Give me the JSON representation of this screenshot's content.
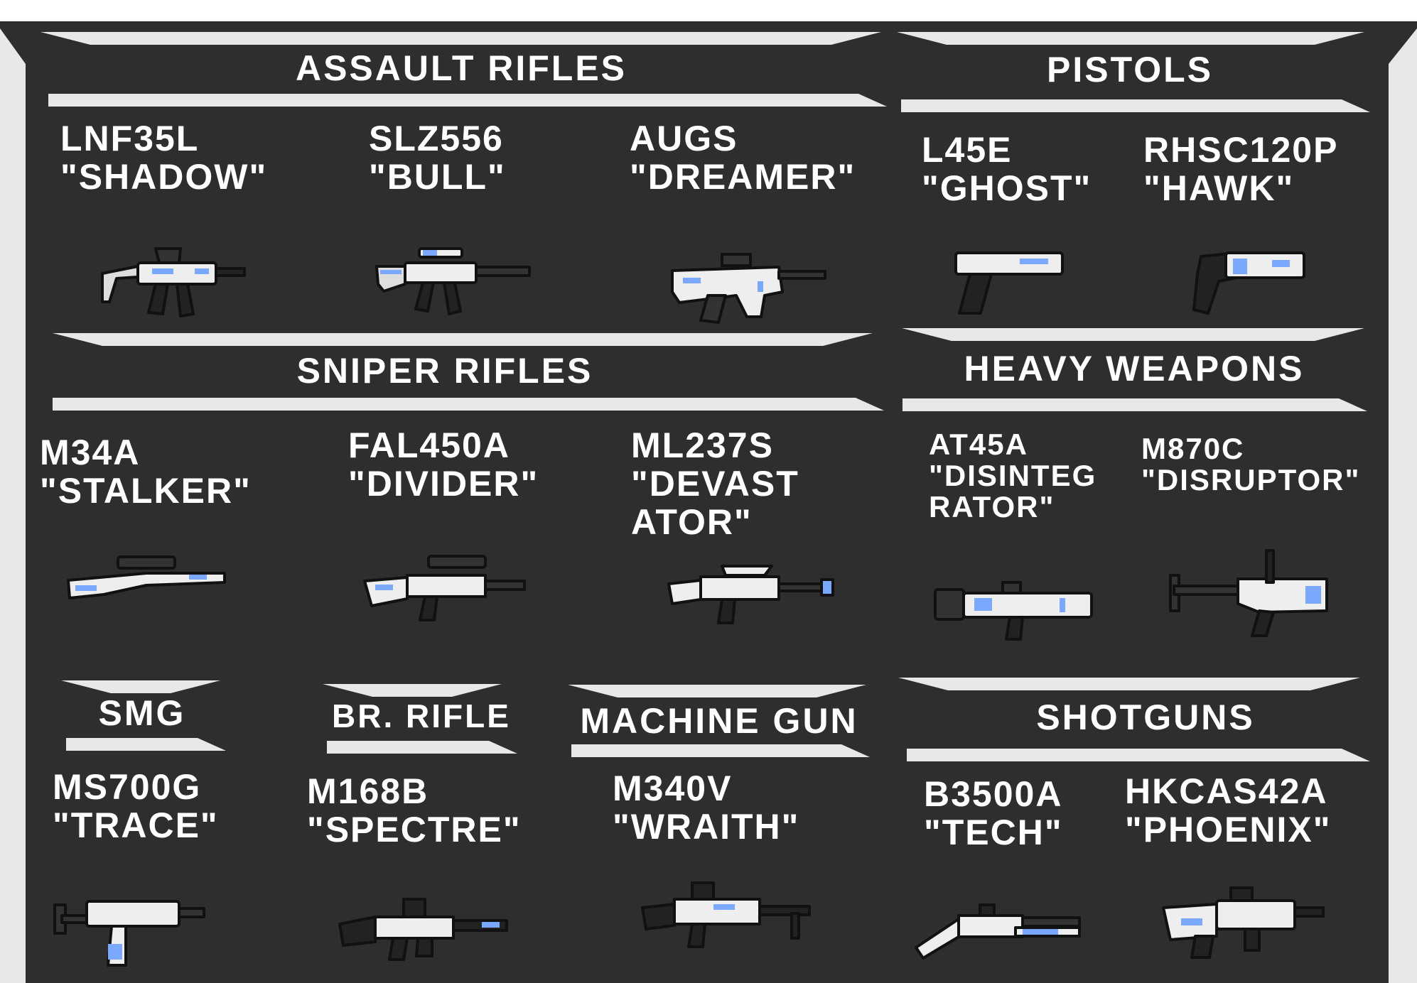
{
  "categories": [
    {
      "title": "ASSAULT RIFLES",
      "weapons": [
        {
          "model": "LNF35L",
          "nickname": "\"SHADOW\"",
          "icon": "assault-rifle-icon"
        },
        {
          "model": "SLZ556",
          "nickname": "\"BULL\"",
          "icon": "assault-rifle-icon"
        },
        {
          "model": "AUGS",
          "nickname": "\"DREAMER\"",
          "icon": "bullpup-rifle-icon"
        }
      ]
    },
    {
      "title": "PISTOLS",
      "weapons": [
        {
          "model": "L45E",
          "nickname": "\"GHOST\"",
          "icon": "pistol-icon"
        },
        {
          "model": "RHSC120P",
          "nickname": "\"HAWK\"",
          "icon": "revolver-icon"
        }
      ]
    },
    {
      "title": "SNIPER RIFLES",
      "weapons": [
        {
          "model": "M34A",
          "nickname": "\"STALKER\"",
          "icon": "sniper-rifle-icon"
        },
        {
          "model": "FAL450A",
          "nickname": "\"DIVIDER\"",
          "icon": "sniper-rifle-icon"
        },
        {
          "model": "ML237S",
          "nickname": "\"DEVAST\nATOR\"",
          "icon": "sniper-rifle-icon"
        }
      ]
    },
    {
      "title": "HEAVY WEAPONS",
      "weapons": [
        {
          "model": "AT45A",
          "nickname": "\"DISINTEG\nRATOR\"",
          "icon": "rocket-launcher-icon"
        },
        {
          "model": "M870C",
          "nickname": "\"DISRUPTOR\"",
          "icon": "grenade-launcher-icon"
        }
      ]
    },
    {
      "title": "SMG",
      "weapons": [
        {
          "model": "MS700G",
          "nickname": "\"TRACE\"",
          "icon": "smg-icon"
        }
      ]
    },
    {
      "title": "BR. RIFLE",
      "weapons": [
        {
          "model": "M168B",
          "nickname": "\"SPECTRE\"",
          "icon": "battle-rifle-icon"
        }
      ]
    },
    {
      "title": "MACHINE GUN",
      "weapons": [
        {
          "model": "M340V",
          "nickname": "\"WRAITH\"",
          "icon": "machine-gun-icon"
        }
      ]
    },
    {
      "title": "SHOTGUNS",
      "weapons": [
        {
          "model": "B3500A",
          "nickname": "\"TECH\"",
          "icon": "shotgun-icon"
        },
        {
          "model": "HKCAS42A",
          "nickname": "\"PHOENIX\"",
          "icon": "shotgun-icon"
        }
      ]
    }
  ],
  "colors": {
    "background": "#2e2e2e",
    "banner": "#e8e8e8",
    "accent": "#7aa8ff",
    "text": "#ffffff"
  }
}
